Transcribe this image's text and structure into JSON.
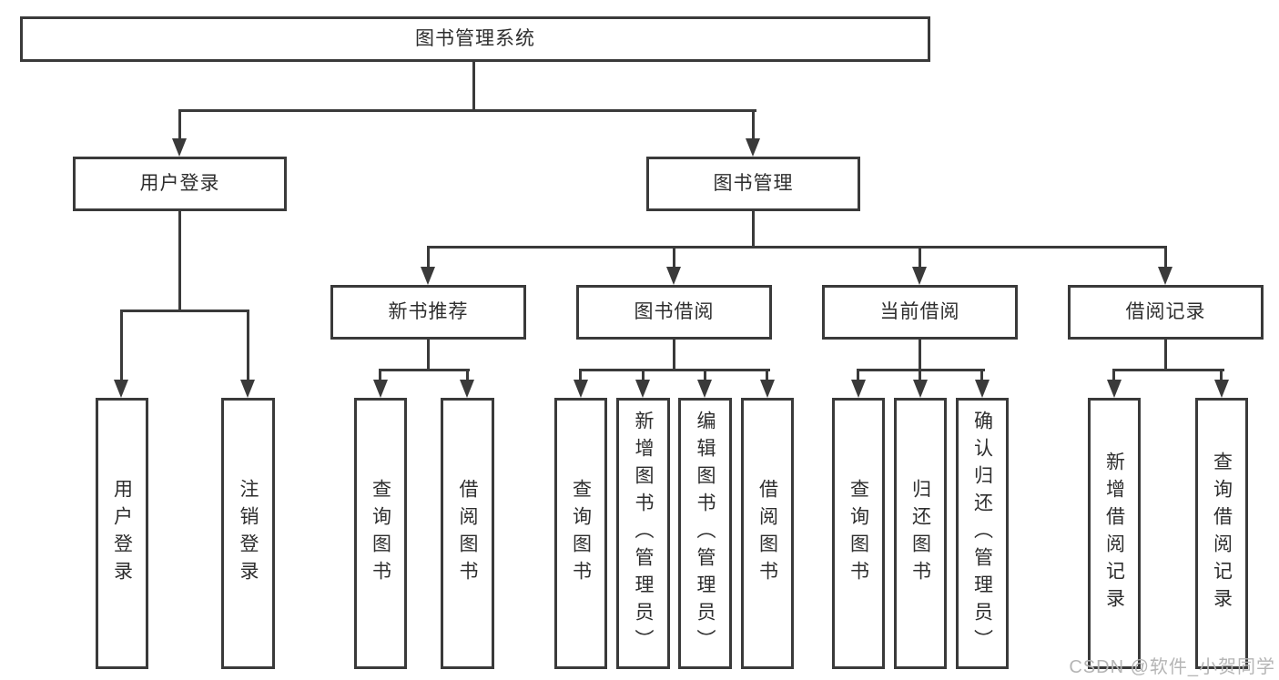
{
  "tree": {
    "root": {
      "label": "图书管理系统"
    },
    "branches": [
      {
        "label": "用户登录",
        "children": [
          {
            "label": "用户登录"
          },
          {
            "label": "注销登录"
          }
        ]
      },
      {
        "label": "图书管理",
        "children": [
          {
            "label": "新书推荐",
            "children": [
              {
                "label": "查询图书"
              },
              {
                "label": "借阅图书"
              }
            ]
          },
          {
            "label": "图书借阅",
            "children": [
              {
                "label": "查询图书"
              },
              {
                "label": "新增图书（管理员）"
              },
              {
                "label": "编辑图书（管理员）"
              },
              {
                "label": "借阅图书"
              }
            ]
          },
          {
            "label": "当前借阅",
            "children": [
              {
                "label": "查询图书"
              },
              {
                "label": "归还图书"
              },
              {
                "label": "确认归还（管理员）"
              }
            ]
          },
          {
            "label": "借阅记录",
            "children": [
              {
                "label": "新增借阅记录"
              },
              {
                "label": "查询借阅记录"
              }
            ]
          }
        ]
      }
    ]
  },
  "watermark": {
    "text": "CSDN @软件_小贺同学"
  },
  "colors": {
    "line": "#3a3a3a",
    "text": "#2e2e2e",
    "watermark": "#b5b5b5",
    "background": "#ffffff"
  }
}
